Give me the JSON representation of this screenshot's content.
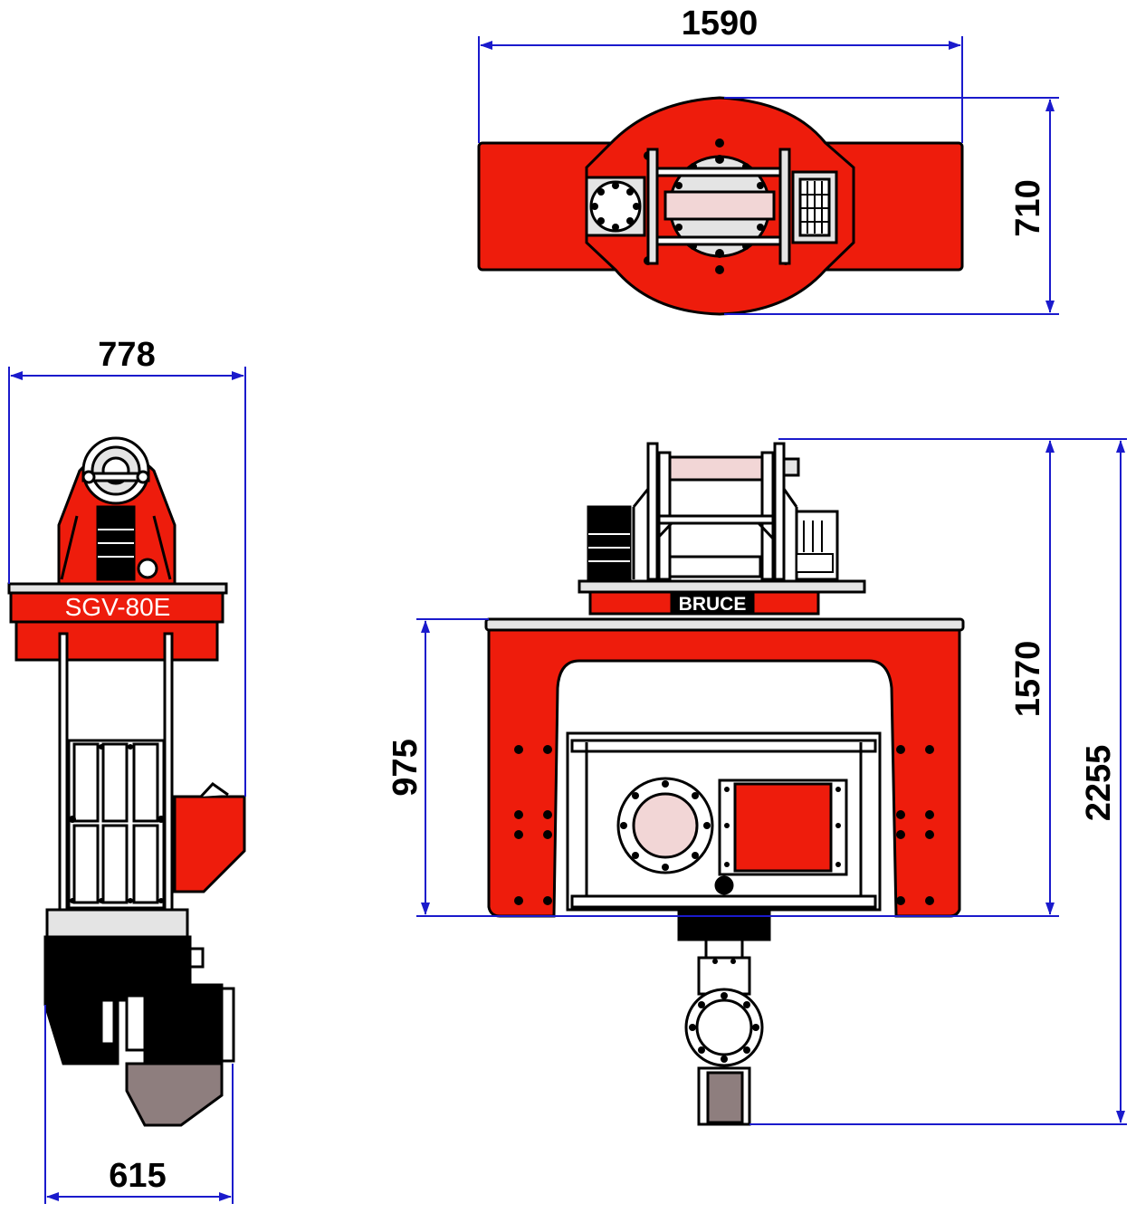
{
  "dimensions": {
    "top_width": "1590",
    "top_depth": "710",
    "side_width_top": "778",
    "side_width_bottom": "615",
    "front_frame_height": "975",
    "front_height_to_frame": "1570",
    "front_total_height": "2255"
  },
  "labels": {
    "model": "SGV-80E",
    "brand": "BRUCE"
  },
  "colors": {
    "body_red": "#ee1c0c",
    "dimension_blue": "#1a1acc",
    "outline": "#000000",
    "drum_pink": "#f2d6d6",
    "plate_grey": "#e4e4e4",
    "shoe_grey": "#8e7e7e"
  },
  "views": [
    "top-view",
    "side-view",
    "front-view"
  ]
}
